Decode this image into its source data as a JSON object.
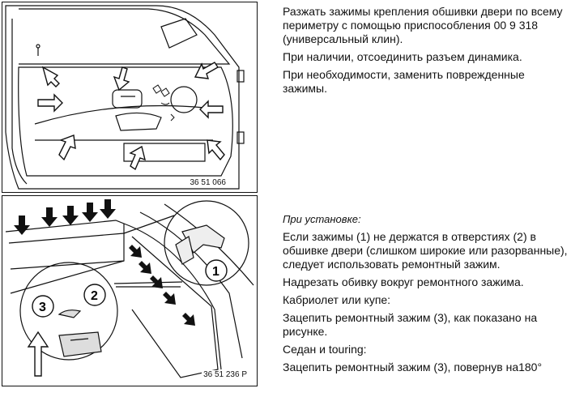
{
  "figures": [
    {
      "code": "36 51 066"
    },
    {
      "code": "36 51 236 P",
      "callouts": [
        "1",
        "2",
        "3"
      ]
    }
  ],
  "text_top": [
    "Разжать зажимы крепления обшивки двери по всему периметру с помощью приспособления 00 9 318 (универсальный клин).",
    "При наличии, отсоединить разъем динамика.",
    "При необходимости, заменить поврежденные зажимы."
  ],
  "text_bottom": {
    "heading": "При установке:",
    "paragraphs": [
      "Если зажимы (1) не держатся в отверстиях (2) в обшивке двери (слишком широкие или разорванные), следует использовать ремонтный зажим.",
      "Надрезать обивку вокруг ремонтного зажима.",
      "Кабриолет или купе:",
      "Зацепить ремонтный зажим (3), как показано на рисунке.",
      "Седан и touring:",
      "Зацепить ремонтный зажим (3), повернув на180°"
    ]
  }
}
